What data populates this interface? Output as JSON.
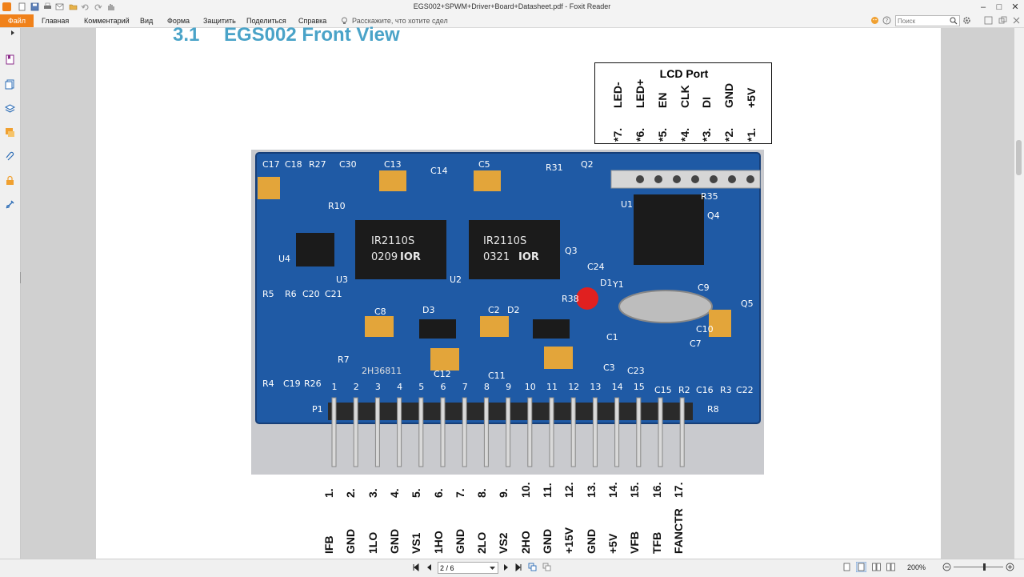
{
  "window": {
    "title": "EGS002+SPWM+Driver+Board+Datasheet.pdf - Foxit Reader"
  },
  "menu": {
    "file": "Файл",
    "items": [
      "Главная",
      "Комментарий",
      "Вид",
      "Форма",
      "Защитить",
      "Поделиться",
      "Справка"
    ],
    "tell_me": "Расскажите, что хотите сдел",
    "search_placeholder": "Поиск"
  },
  "document": {
    "section_number": "3.1",
    "section_title": "EGS002 Front View",
    "lcd_port": {
      "title": "LCD Port",
      "pins": [
        {
          "num": "*7.",
          "name": "LED-"
        },
        {
          "num": "*6.",
          "name": "LED+"
        },
        {
          "num": "*5.",
          "name": "EN"
        },
        {
          "num": "*4.",
          "name": "CLK"
        },
        {
          "num": "*3.",
          "name": "DI"
        },
        {
          "num": "*2.",
          "name": "GND"
        },
        {
          "num": "*1.",
          "name": "+5V"
        }
      ]
    },
    "board": {
      "chips": [
        "IR2110S",
        "IR2110S"
      ],
      "chip_codes": [
        "0209",
        "0321"
      ],
      "chip_brand": "IOR",
      "serial": "2H36811",
      "header_numbers": [
        "1",
        "2",
        "3",
        "4",
        "5",
        "6",
        "7",
        "8",
        "9",
        "10",
        "11",
        "12",
        "13",
        "14",
        "15"
      ],
      "component_labels": [
        {
          "text": "C17"
        },
        {
          "text": "C18"
        },
        {
          "text": "R27"
        },
        {
          "text": "C30"
        },
        {
          "text": "C13"
        },
        {
          "text": "C14"
        },
        {
          "text": "C5"
        },
        {
          "text": "R31"
        },
        {
          "text": "Q2"
        },
        {
          "text": "R10"
        },
        {
          "text": "U4"
        },
        {
          "text": "U3"
        },
        {
          "text": "U2"
        },
        {
          "text": "U1"
        },
        {
          "text": "R35"
        },
        {
          "text": "Q4"
        },
        {
          "text": "R5"
        },
        {
          "text": "R6"
        },
        {
          "text": "C20"
        },
        {
          "text": "C21"
        },
        {
          "text": "C8"
        },
        {
          "text": "D3"
        },
        {
          "text": "C2"
        },
        {
          "text": "D2"
        },
        {
          "text": "R38"
        },
        {
          "text": "D1"
        },
        {
          "text": "Y1"
        },
        {
          "text": "C24"
        },
        {
          "text": "Q3"
        },
        {
          "text": "R4"
        },
        {
          "text": "C19"
        },
        {
          "text": "R26"
        },
        {
          "text": "R7"
        },
        {
          "text": "C11"
        },
        {
          "text": "C12"
        },
        {
          "text": "C23"
        },
        {
          "text": "C15"
        },
        {
          "text": "R2"
        },
        {
          "text": "C16"
        },
        {
          "text": "R3"
        },
        {
          "text": "C22"
        },
        {
          "text": "C7"
        },
        {
          "text": "C10"
        },
        {
          "text": "Q5"
        },
        {
          "text": "C9"
        },
        {
          "text": "C1"
        },
        {
          "text": "C3"
        },
        {
          "text": "R8"
        },
        {
          "text": "P1"
        }
      ]
    },
    "pins": [
      {
        "num": "1.",
        "name": "IFB"
      },
      {
        "num": "2.",
        "name": "GND"
      },
      {
        "num": "3.",
        "name": "1LO"
      },
      {
        "num": "4.",
        "name": "GND"
      },
      {
        "num": "5.",
        "name": "VS1"
      },
      {
        "num": "6.",
        "name": "1HO"
      },
      {
        "num": "7.",
        "name": "GND"
      },
      {
        "num": "8.",
        "name": "2LO"
      },
      {
        "num": "9.",
        "name": "VS2"
      },
      {
        "num": "10.",
        "name": "2HO"
      },
      {
        "num": "11.",
        "name": "GND"
      },
      {
        "num": "12.",
        "name": "+15V"
      },
      {
        "num": "13.",
        "name": "GND"
      },
      {
        "num": "14.",
        "name": "+5V"
      },
      {
        "num": "15.",
        "name": "VFB"
      },
      {
        "num": "16.",
        "name": "TFB"
      },
      {
        "num": "17.",
        "name": "FANCTR"
      }
    ]
  },
  "status": {
    "page_value": "2 / 6",
    "zoom": "200%"
  },
  "colors": {
    "accent": "#f0811a",
    "heading": "#4aa3c8",
    "pcb": "#1f5aa5"
  },
  "icons": {
    "quick_access": [
      "app-logo-icon",
      "new-icon",
      "save-icon",
      "print-icon",
      "email-icon",
      "open-icon",
      "undo-icon",
      "redo-icon",
      "hand-icon"
    ],
    "sidebar": [
      "bookmark-icon",
      "pages-icon",
      "layers-icon",
      "comments-icon",
      "attachments-icon",
      "security-icon",
      "signature-icon"
    ]
  }
}
